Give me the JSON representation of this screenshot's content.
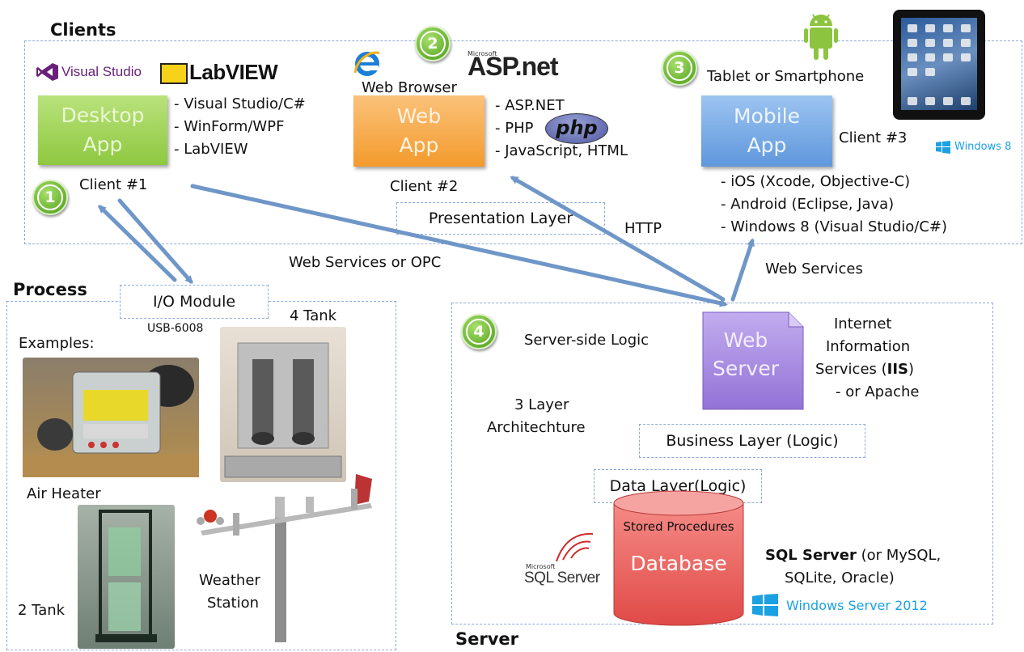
{
  "sections": {
    "clients": "Clients",
    "process": "Process",
    "server": "Server"
  },
  "logos": {
    "visual_studio": "Visual Studio",
    "labview": "LabVIEW",
    "microsoft_small": "Microsoft",
    "aspnet": "ASP.net",
    "php": "php",
    "windows8": "Windows 8",
    "sqlserver_small": "Microsoft",
    "sqlserver": "SQL Server",
    "windows_server": "Windows Server 2012"
  },
  "clients": {
    "desktop": {
      "number": "1",
      "box_line1": "Desktop",
      "box_line2": "App",
      "tech": [
        "- Visual Studio/C#",
        "- WinForm/WPF",
        "- LabVIEW"
      ],
      "label": "Client #1"
    },
    "web": {
      "number": "2",
      "browser_label": "Web Browser",
      "box_line1": "Web",
      "box_line2": "App",
      "tech": [
        "- ASP.NET",
        "- PHP",
        "- JavaScript, HTML"
      ],
      "label": "Client #2"
    },
    "mobile": {
      "number": "3",
      "device_label": "Tablet or Smartphone",
      "box_line1": "Mobile",
      "box_line2": "App",
      "label": "Client #3",
      "tech": [
        "- iOS (Xcode, Objective-C)",
        "- Android (Eclipse, Java)",
        "- Windows 8 (Visual Studio/C#)"
      ]
    },
    "presentation_layer": "Presentation Layer"
  },
  "connections": {
    "http": "HTTP",
    "web_services_opc": "Web Services or OPC",
    "web_services": "Web Services"
  },
  "process": {
    "io_module": "I/O Module",
    "usb": "USB-6008",
    "examples": "Examples:",
    "air_heater": "Air Heater",
    "four_tank": "4 Tank",
    "two_tank": "2 Tank",
    "weather_line1": "Weather",
    "weather_line2": "Station"
  },
  "server": {
    "number": "4",
    "server_side_logic": "Server-side Logic",
    "web_server_line1": "Web",
    "web_server_line2": "Server",
    "iis_line1": "Internet",
    "iis_line2": "Information",
    "iis_line3_prefix": "Services (",
    "iis_line3_bold": "IIS",
    "iis_line3_suffix": ")",
    "iis_line4": "- or Apache",
    "arch_line1": "3 Layer",
    "arch_line2": "Architechture",
    "business_layer": "Business Layer (Logic)",
    "data_layer": "Data Layer(Logic)",
    "stored_procedures": "Stored Procedures",
    "database": "Database",
    "sql_bold": "SQL Server",
    "sql_rest": " (or MySQL,",
    "sql_line2": "SQLite, Oracle)"
  },
  "colors": {
    "dashed_border": "#8eaad8",
    "arrow": "#6f96c8",
    "desktop_box": "#8ec840",
    "web_box": "#f39a2c",
    "mobile_box": "#5f97dc",
    "web_server_box": "#a98ae0",
    "database": "#e8504e"
  }
}
